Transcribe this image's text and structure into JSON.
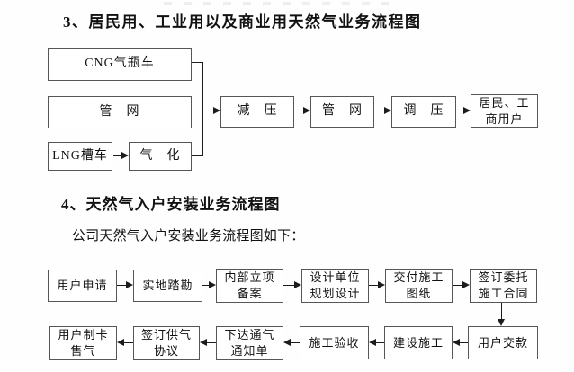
{
  "sections": {
    "s3": {
      "heading": "3、居民用、工业用以及商业用天然气业务流程图"
    },
    "s4": {
      "heading": "4、天然气入户安装业务流程图",
      "intro": "公司天然气入户安装业务流程图如下："
    }
  },
  "colors": {
    "text": "#111111",
    "box_border": "#565656",
    "line": "#1c1c1c",
    "background": "#fefefe"
  },
  "chart_data": [
    {
      "type": "flowchart",
      "title": "居民用、工业用以及商业用天然气业务流程图",
      "nodes": {
        "cng": "CNG气瓶车",
        "pipe_src": "管　网",
        "lng": "LNG槽车",
        "gasify": "气　化",
        "reduce": "减　压",
        "pipe_mid": "管　网",
        "regulate": "调　压",
        "users": "居民、工\n商用户"
      },
      "flows": [
        "CNG气瓶车 → 减压",
        "管网 → 减压",
        "LNG槽车 → 气化 → 减压",
        "减压 → 管网 → 调压 → 居民、工商用户"
      ]
    },
    {
      "type": "flowchart",
      "title": "天然气入户安装业务流程图",
      "nodes": {
        "apply": "用户申请",
        "survey": "实地踏勘",
        "filing": "内部立项\n备案",
        "design": "设计单位\n规划设计",
        "drawings": "交付施工\n图纸",
        "contract": "签订委托\n施工合同",
        "payment": "用户交款",
        "construction": "建设施工",
        "acceptance": "施工验收",
        "notice": "下达通气\n通知单",
        "agreement": "签订供气\n协议",
        "card": "用户制卡\n售气"
      },
      "flows": [
        "用户申请 → 实地踏勘 → 内部立项备案 → 设计单位规划设计 → 交付施工图纸 → 签订委托施工合同 → 用户交款 → 建设施工 → 施工验收 → 下达通气通知单 → 签订供气协议 → 用户制卡售气"
      ]
    }
  ]
}
